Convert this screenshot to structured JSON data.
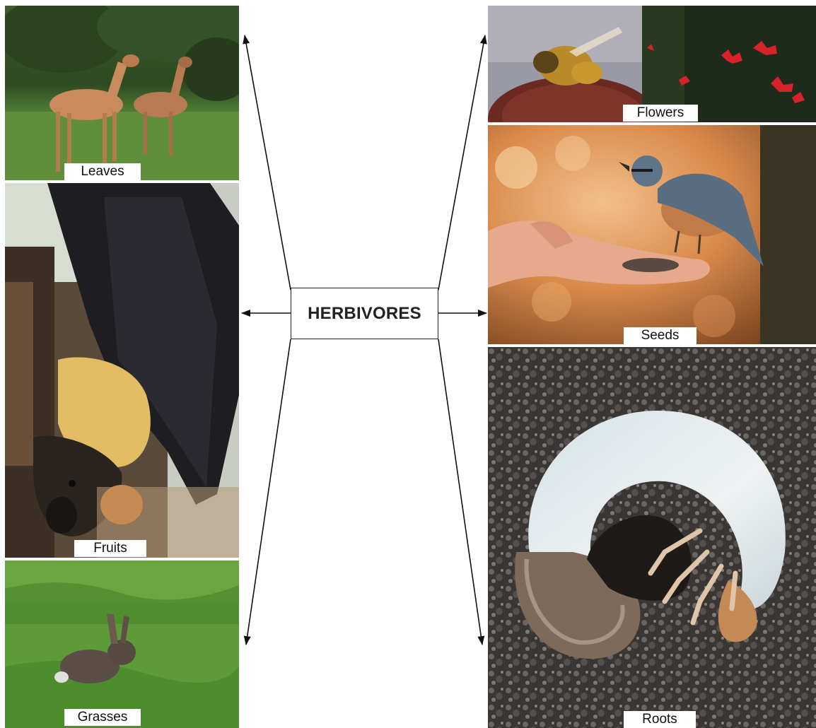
{
  "center": {
    "label": "HERBIVORES"
  },
  "panels": {
    "leaves": {
      "caption": "Leaves",
      "subject": "deer-photo"
    },
    "fruits": {
      "caption": "Fruits",
      "subject": "fruit-bat-photo"
    },
    "grasses": {
      "caption": "Grasses",
      "subject": "rabbit-photo"
    },
    "flowers": {
      "caption": "Flowers",
      "subject": "bee-and-red-flowers-photo"
    },
    "seeds": {
      "caption": "Seeds",
      "subject": "bird-on-hand-photo"
    },
    "roots": {
      "caption": "Roots",
      "subject": "grub-in-soil-photo"
    }
  }
}
